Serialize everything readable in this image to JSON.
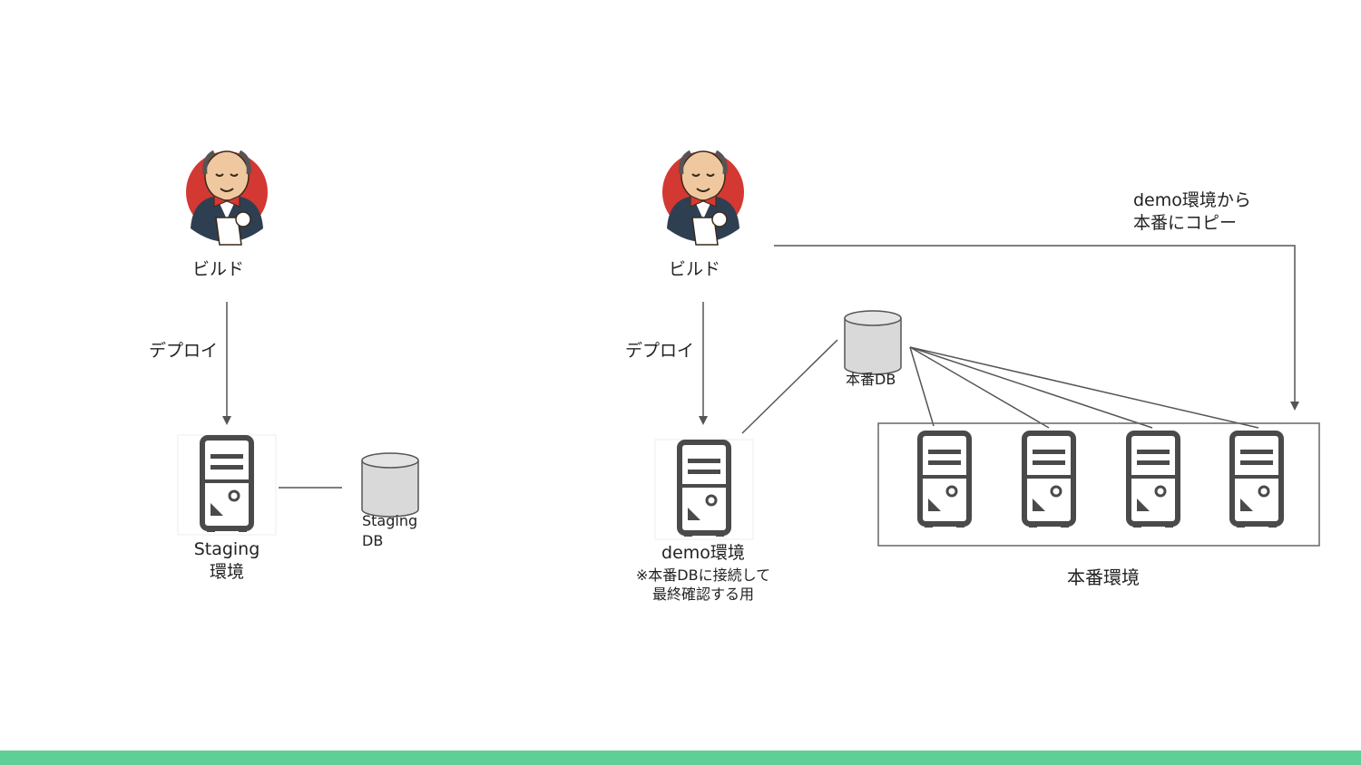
{
  "left": {
    "build_label": "ビルド",
    "deploy_label": "デプロイ",
    "server_label": "Staging\n環境",
    "db_label": "Staging\nDB"
  },
  "right": {
    "build_label": "ビルド",
    "deploy_label": "デプロイ",
    "copy_label": "demo環境から\n本番にコピー",
    "prod_db_label": "本番DB",
    "demo_label": "demo環境",
    "demo_note": "※本番DBに接続して\n最終確認する用",
    "prod_env_label": "本番環境"
  },
  "colors": {
    "accent_bar": "#5fcf97",
    "server_icon": "#4a4a4a",
    "db_fill": "#d9d9d9",
    "line": "#555555",
    "jenkins_red": "#d33833"
  },
  "icons": [
    "jenkins-butler-icon",
    "server-icon",
    "database-icon"
  ]
}
